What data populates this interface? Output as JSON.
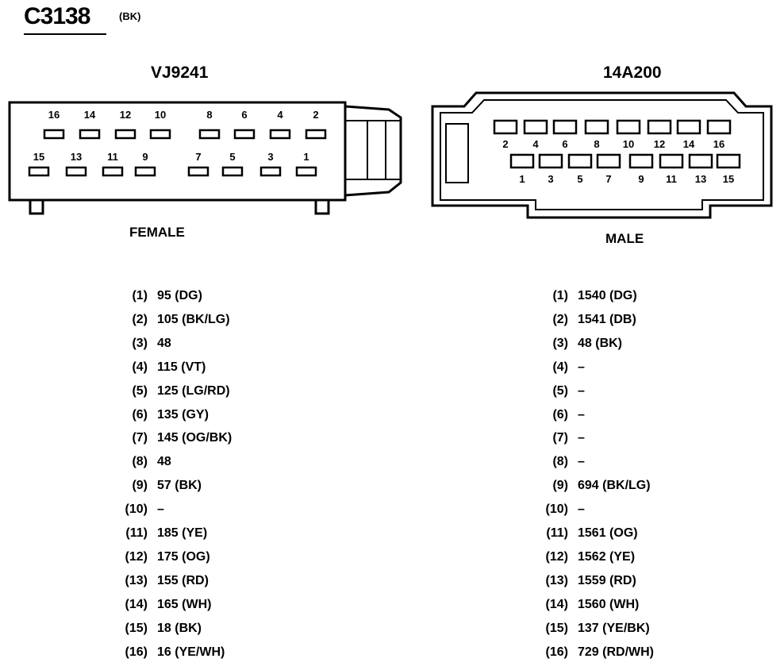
{
  "connector": {
    "id": "C3138",
    "color": "(BK)"
  },
  "female": {
    "part_number": "VJ9241",
    "gender_label": "FEMALE",
    "top_pins": [
      "16",
      "14",
      "12",
      "10",
      "8",
      "6",
      "4",
      "2"
    ],
    "bottom_pins": [
      "15",
      "13",
      "11",
      "9",
      "7",
      "5",
      "3",
      "1"
    ],
    "pins": [
      {
        "num": "(1)",
        "val": "95 (DG)"
      },
      {
        "num": "(2)",
        "val": "105 (BK/LG)"
      },
      {
        "num": "(3)",
        "val": "48"
      },
      {
        "num": "(4)",
        "val": "115 (VT)"
      },
      {
        "num": "(5)",
        "val": "125 (LG/RD)"
      },
      {
        "num": "(6)",
        "val": "135 (GY)"
      },
      {
        "num": "(7)",
        "val": "145 (OG/BK)"
      },
      {
        "num": "(8)",
        "val": "48"
      },
      {
        "num": "(9)",
        "val": "57 (BK)"
      },
      {
        "num": "(10)",
        "val": "–"
      },
      {
        "num": "(11)",
        "val": "185 (YE)"
      },
      {
        "num": "(12)",
        "val": "175 (OG)"
      },
      {
        "num": "(13)",
        "val": "155 (RD)"
      },
      {
        "num": "(14)",
        "val": "165 (WH)"
      },
      {
        "num": "(15)",
        "val": "18 (BK)"
      },
      {
        "num": "(16)",
        "val": "16 (YE/WH)"
      }
    ]
  },
  "male": {
    "part_number": "14A200",
    "gender_label": "MALE",
    "top_pins": [
      "2",
      "4",
      "6",
      "8",
      "10",
      "12",
      "14",
      "16"
    ],
    "bottom_pins": [
      "1",
      "3",
      "5",
      "7",
      "9",
      "11",
      "13",
      "15"
    ],
    "pins": [
      {
        "num": "(1)",
        "val": "1540 (DG)"
      },
      {
        "num": "(2)",
        "val": "1541 (DB)"
      },
      {
        "num": "(3)",
        "val": "48 (BK)"
      },
      {
        "num": "(4)",
        "val": "–"
      },
      {
        "num": "(5)",
        "val": "–"
      },
      {
        "num": "(6)",
        "val": "–"
      },
      {
        "num": "(7)",
        "val": "–"
      },
      {
        "num": "(8)",
        "val": "–"
      },
      {
        "num": "(9)",
        "val": "694 (BK/LG)"
      },
      {
        "num": "(10)",
        "val": "–"
      },
      {
        "num": "(11)",
        "val": "1561 (OG)"
      },
      {
        "num": "(12)",
        "val": "1562 (YE)"
      },
      {
        "num": "(13)",
        "val": "1559 (RD)"
      },
      {
        "num": "(14)",
        "val": "1560 (WH)"
      },
      {
        "num": "(15)",
        "val": "137 (YE/BK)"
      },
      {
        "num": "(16)",
        "val": "729 (RD/WH)"
      }
    ]
  }
}
